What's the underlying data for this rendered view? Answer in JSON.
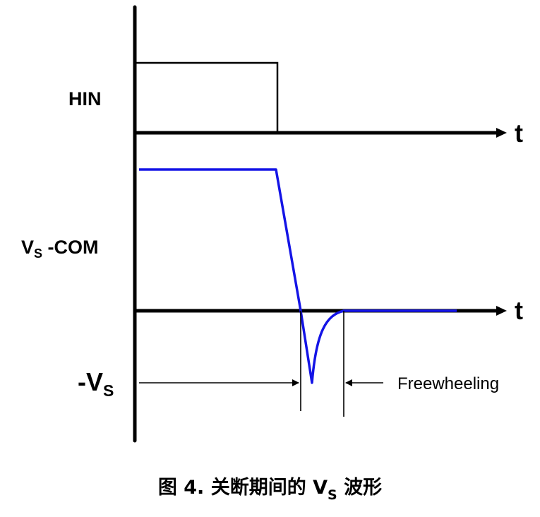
{
  "diagram": {
    "hin_label": "HIN",
    "time_axis_label": "t",
    "vs_com_label": {
      "main": "V",
      "sub": "S",
      "rest": " -COM"
    },
    "neg_vs_label": {
      "main": "-V",
      "sub": "S"
    },
    "freewheeling_label": "Freewheeling"
  },
  "caption": {
    "prefix": "图 4. 关断期间的 ",
    "v": "V",
    "sub": "S",
    "suffix": " 波形"
  },
  "colors": {
    "axis": "#000000",
    "vs_waveform": "#1414e6",
    "background": "#ffffff"
  }
}
